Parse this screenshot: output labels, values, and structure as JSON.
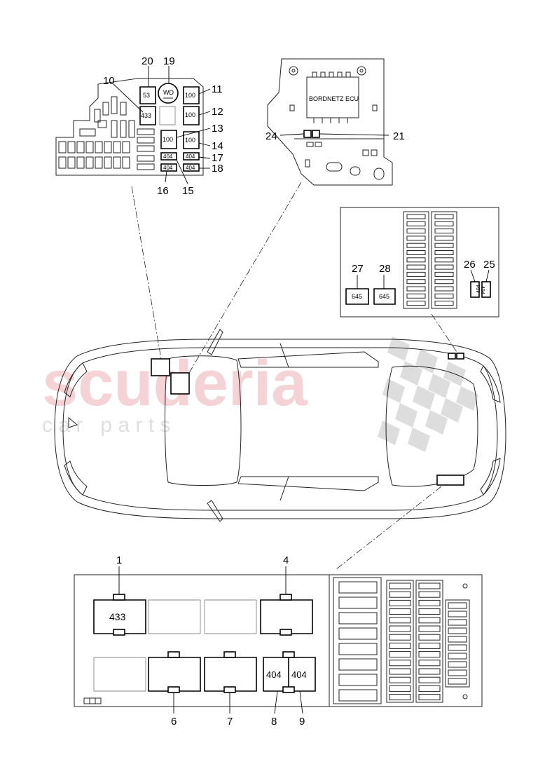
{
  "watermark": {
    "brand": "scuderia",
    "sub": "c a r   p a r t s"
  },
  "ecu_label": "BORDNETZ ECU",
  "top_left_box": {
    "relays": {
      "r53": "53",
      "wd": "WD",
      "r433": "433",
      "r100": "100",
      "r404": "404"
    },
    "callouts": {
      "c10": "10",
      "c11": "11",
      "c12": "12",
      "c13": "13",
      "c14": "14",
      "c15": "15",
      "c16": "16",
      "c17": "17",
      "c18": "18",
      "c19": "19",
      "c20": "20"
    }
  },
  "top_right_box": {
    "callouts": {
      "c21": "21",
      "c24": "24"
    }
  },
  "side_box": {
    "relays": {
      "r645": "645",
      "r404": "404"
    },
    "callouts": {
      "c25": "25",
      "c26": "26",
      "c27": "27",
      "c28": "28"
    }
  },
  "bottom_box": {
    "relays": {
      "r433": "433",
      "r404": "404"
    },
    "callouts": {
      "c1": "1",
      "c4": "4",
      "c6": "6",
      "c7": "7",
      "c8": "8",
      "c9": "9"
    }
  }
}
